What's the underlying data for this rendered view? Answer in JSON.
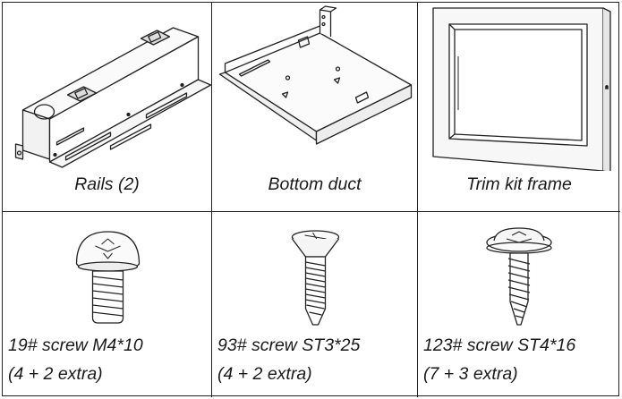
{
  "parts": [
    {
      "caption": "Rails (2)",
      "icon": "rails-icon"
    },
    {
      "caption": "Bottom duct",
      "icon": "bottom-duct-icon"
    },
    {
      "caption": "Trim kit frame",
      "icon": "trim-kit-frame-icon"
    }
  ],
  "screws": [
    {
      "line1": "19# screw M4*10",
      "line2": "(4 + 2 extra)",
      "icon": "truss-head-screw-icon"
    },
    {
      "line1": "93# screw ST3*25",
      "line2": "(4 + 2 extra)",
      "icon": "flat-head-screw-icon"
    },
    {
      "line1": "123# screw ST4*16",
      "line2": "(7 + 3 extra)",
      "icon": "washer-head-tapping-screw-icon"
    }
  ]
}
